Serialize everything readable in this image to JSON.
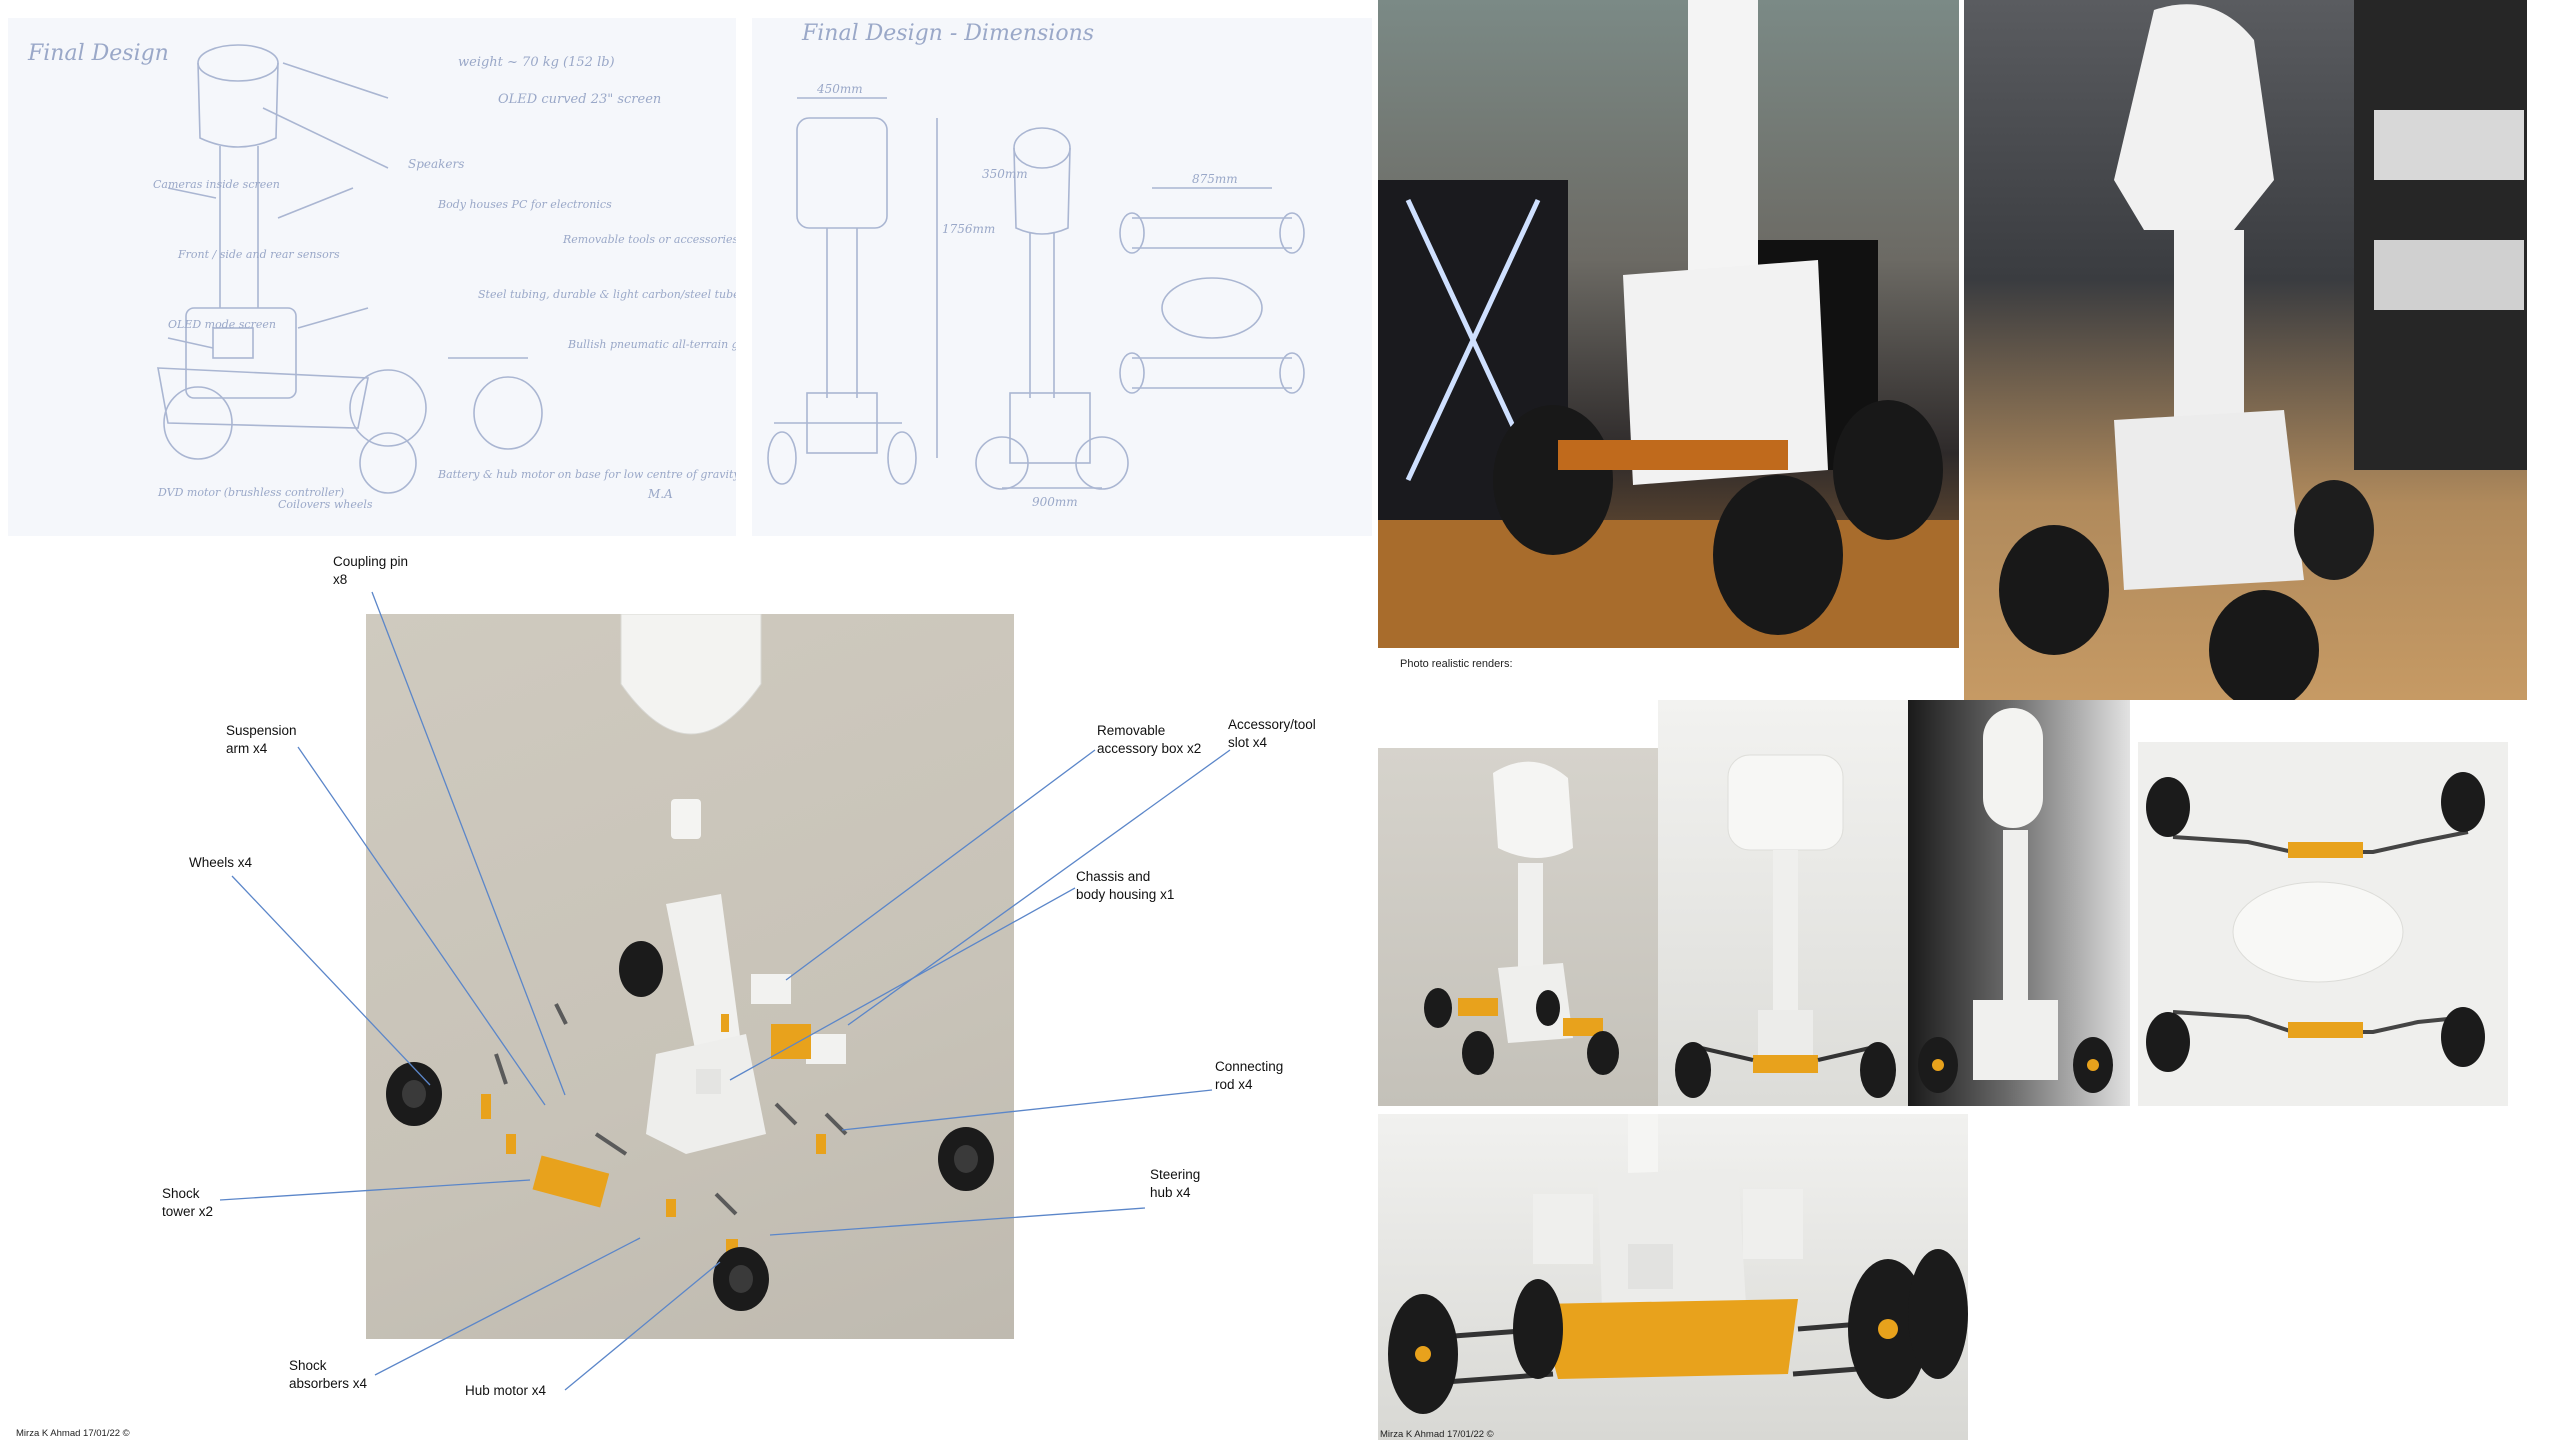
{
  "sketch1": {
    "title": "Final Design",
    "notes": [
      "weight ~ 70 kg (152 lb)",
      "OLED curved 23\" screen",
      "Speakers",
      "Cameras inside screen",
      "Body houses PC for electronics",
      "Removable tools or accessories box for tilt bit",
      "Front / side and rear sensors",
      "Steel tubing, durable & light carbon/steel tube body",
      "Bullish pneumatic all-terrain grip tyres",
      "OLED mode screen",
      "Battery & hub motor on base for low centre of gravity",
      "DVD motor (brushless controller)",
      "Coilovers wheels",
      "M.A"
    ]
  },
  "sketch2": {
    "title": "Final Design - Dimensions",
    "dims": [
      "450mm",
      "350mm",
      "1756mm",
      "875mm",
      "900mm"
    ]
  },
  "exploded_labels": {
    "coupling_pin": [
      "Coupling pin",
      "x8"
    ],
    "suspension_arm": [
      "Suspension",
      "arm x4"
    ],
    "wheels": [
      "Wheels x4"
    ],
    "removable_box": [
      "Removable",
      "accessory box x2"
    ],
    "accessory_slot": [
      "Accessory/tool",
      "slot x4"
    ],
    "chassis": [
      "Chassis and",
      "body housing x1"
    ],
    "connecting_rod": [
      "Connecting",
      "rod x4"
    ],
    "steering_hub": [
      "Steering",
      "hub x4"
    ],
    "shock_tower": [
      "Shock",
      "tower x2"
    ],
    "shock_absorbers": [
      "Shock",
      "absorbers x4"
    ],
    "hub_motor": [
      "Hub motor x4"
    ]
  },
  "photo_caption": "Photo realistic renders:",
  "credit_left": "Mirza K Ahmad 17/01/22 ©",
  "credit_right": "Mirza K Ahmad 17/01/22 ©",
  "colors": {
    "accent_orange": "#e8a21c",
    "render_grey": "#c9c4b9",
    "leader_blue": "#5b86c9",
    "tyre_black": "#1b1b1b",
    "body_white": "#f2f2f0"
  }
}
